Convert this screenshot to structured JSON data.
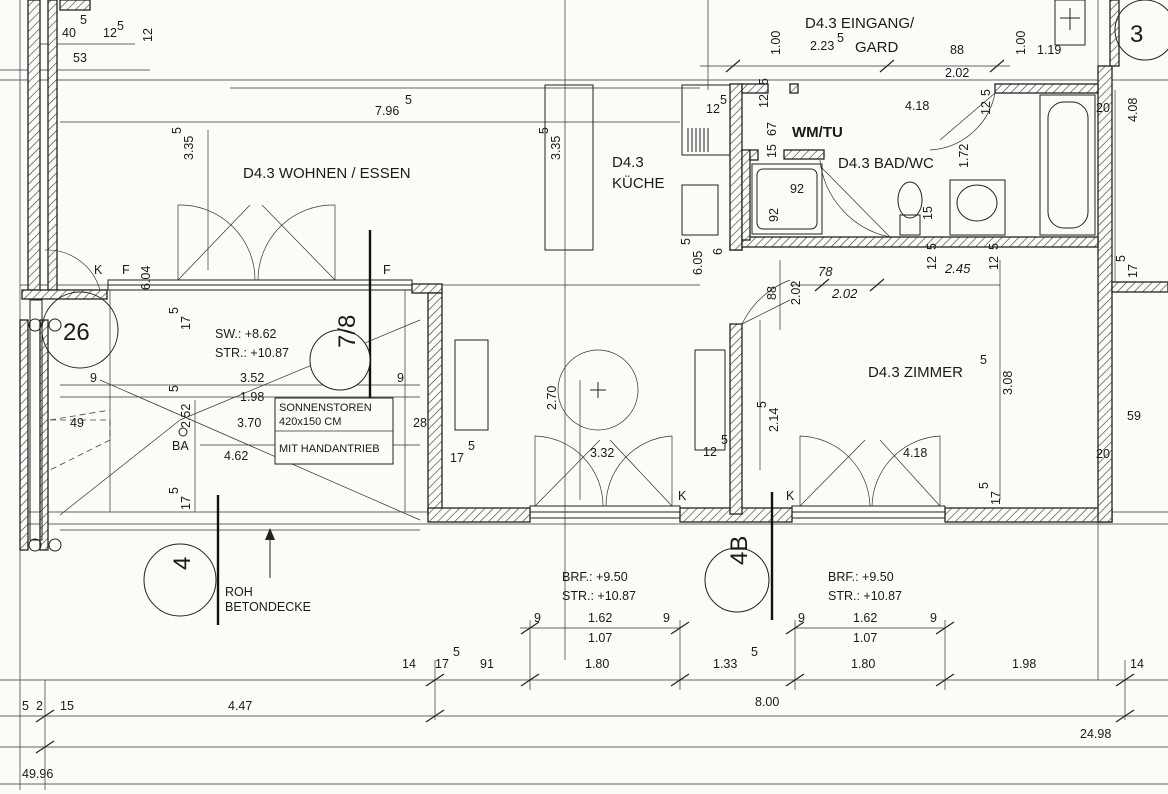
{
  "rooms": {
    "wohnen": "D4.3  WOHNEN / ESSEN",
    "kueche_1": "D4.3",
    "kueche_2": "KÜCHE",
    "eingang_1": "D4.3  EINGANG/",
    "eingang_2": "GARD",
    "bad": "D4.3  BAD/WC",
    "wmtu": "WM/TU",
    "zimmer": "D4.3  ZIMMER"
  },
  "markers": {
    "m26": "26",
    "m78": "7/8",
    "m4": "4",
    "m4b": "4B",
    "m3": "3",
    "k1": "K",
    "f1": "F",
    "f2": "F",
    "k2": "K",
    "k3": "K",
    "ba": "BA"
  },
  "notes": {
    "sw": "SW.: +8.62",
    "str1": "STR.: +10.87",
    "brf_a": "BRF.: +9.50",
    "str_a": "STR.: +10.87",
    "brf_b": "BRF.: +9.50",
    "str_b": "STR.: +10.87",
    "roh_1": "ROH",
    "roh_2": "BETONDECKE",
    "sonnen_1": "SONNENSTOREN",
    "sonnen_2": "420x150 CM",
    "sonnen_3": "MIT HANDANTRIEB"
  },
  "dims": {
    "d40": "40",
    "d125a": "12",
    "d5a": "5",
    "d12v": "12",
    "d53": "53",
    "d796": "7.96",
    "d335a": "3.35",
    "d335b": "3.35",
    "d100a": "1.00",
    "d100b": "1.00",
    "d223": "2.23",
    "d88a": "88",
    "d202a": "2.02",
    "d119": "1.19",
    "d12k": "12",
    "d5k": "5",
    "d418a": "4.18",
    "d125b": "12",
    "d408": "4.08",
    "d20a": "20",
    "d67": "67",
    "d15a": "15",
    "d172": "1.72",
    "d15b": "15",
    "d92a": "92",
    "d92b": "92",
    "d15c": "15",
    "d12c": "12",
    "d245": "2.45",
    "d125c": "12",
    "d604": "6.04",
    "d605": "6.05",
    "d5b": "5",
    "d6": "6",
    "d78": "78",
    "d202h": "2.02",
    "d88b": "88",
    "d202b": "2.02",
    "d175a": "17",
    "d175b": "17",
    "d9a": "9",
    "d9b": "9",
    "d352": "3.52",
    "d198": "1.98",
    "d252": "2.52",
    "d370": "3.70",
    "d49": "49",
    "d28": "28",
    "d462": "4.62",
    "d175c": "17",
    "d175d": "17",
    "d270": "2.70",
    "d332": "3.32",
    "d125d": "12",
    "d214": "2.14",
    "d418b": "4.18",
    "d308": "3.08",
    "d175e": "17",
    "d20b": "20",
    "d59": "59",
    "d9c": "9",
    "d162a": "1.62",
    "d9d": "9",
    "d107a": "1.07",
    "d9e": "9",
    "d162b": "1.62",
    "d9f": "9",
    "d107b": "1.07",
    "d14a": "14",
    "d175f": "17",
    "d91": "91",
    "d180a": "1.80",
    "d1335": "1.33",
    "d180b": "1.80",
    "d198b": "1.98",
    "d14b": "14",
    "d5c": "5",
    "d2": "2",
    "d15d": "15",
    "d447": "4.47",
    "d800": "8.00",
    "d2498": "24.98",
    "d4996": "49.96",
    "sup5": "5"
  }
}
